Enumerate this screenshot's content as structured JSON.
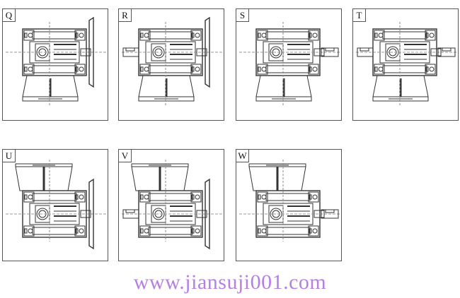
{
  "figure": {
    "description": "Mounting positions of worm gear reducer with motor flange and shafts",
    "line_color": "#333333",
    "panels": [
      {
        "label": "Q",
        "base": "bottom",
        "left_shaft": false,
        "right_shaft": false,
        "flange": true
      },
      {
        "label": "R",
        "base": "bottom",
        "left_shaft": true,
        "right_shaft": false,
        "flange": true
      },
      {
        "label": "S",
        "base": "bottom",
        "left_shaft": false,
        "right_shaft": true,
        "flange": false
      },
      {
        "label": "T",
        "base": "bottom",
        "left_shaft": true,
        "right_shaft": true,
        "flange": false
      },
      {
        "label": "U",
        "base": "top",
        "left_shaft": false,
        "right_shaft": false,
        "flange": true
      },
      {
        "label": "V",
        "base": "top",
        "left_shaft": true,
        "right_shaft": false,
        "flange": true
      },
      {
        "label": "W",
        "base": "top",
        "left_shaft": false,
        "right_shaft": true,
        "flange": false
      }
    ]
  },
  "footer": {
    "watermark": "www.jiansuji001.com",
    "color": "#b57fe6"
  }
}
